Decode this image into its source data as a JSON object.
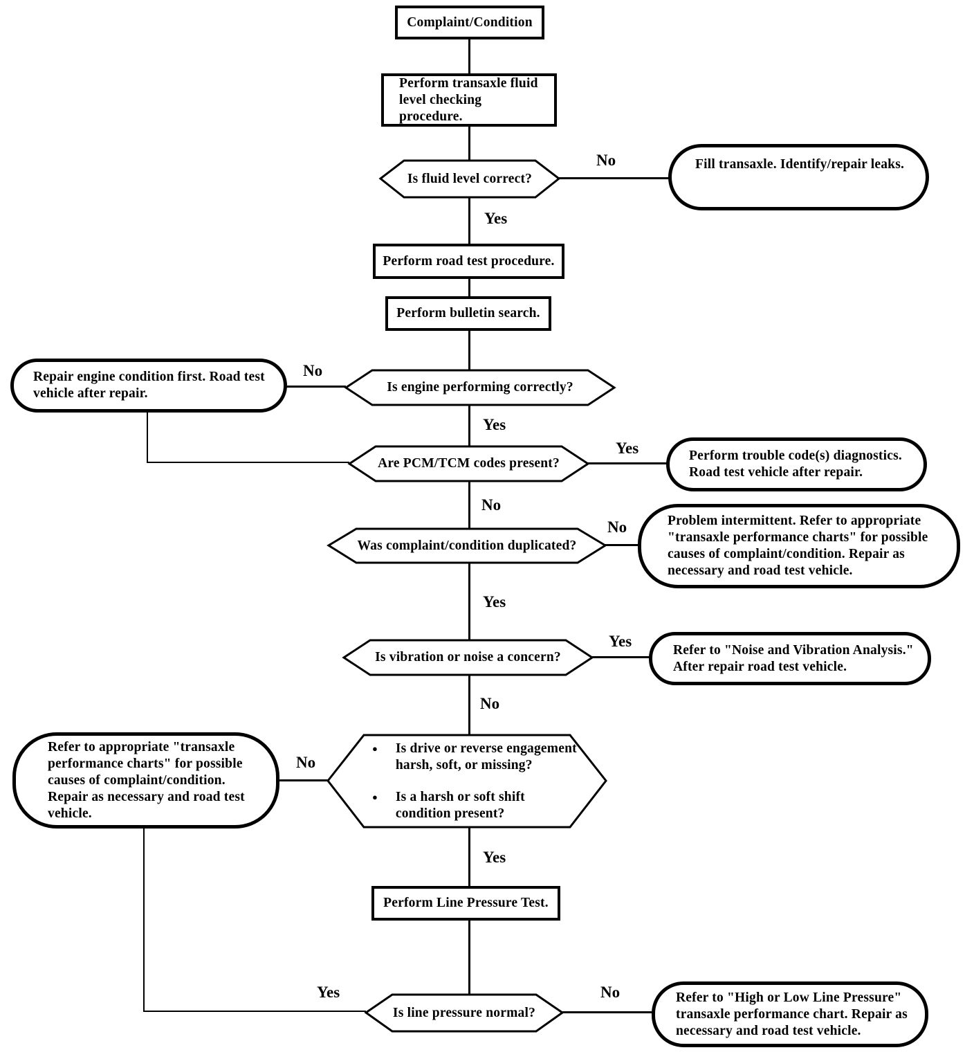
{
  "colors": {
    "ink": "#000000",
    "paper": "#ffffff"
  },
  "edge_labels": {
    "yes": "Yes",
    "no": "No"
  },
  "nodes": {
    "complaint": {
      "type": "process",
      "label": "Complaint/Condition"
    },
    "fluid_check": {
      "type": "process",
      "label": "Perform transaxle fluid level checking procedure."
    },
    "fluid_ok": {
      "type": "decision",
      "label": "Is fluid level correct?"
    },
    "fill_transaxle": {
      "type": "terminal",
      "label": "Fill transaxle. Identify/repair leaks."
    },
    "road_test": {
      "type": "process",
      "label": "Perform road test procedure."
    },
    "bulletin": {
      "type": "process",
      "label": "Perform bulletin search."
    },
    "engine_ok": {
      "type": "decision",
      "label": "Is engine performing correctly?"
    },
    "repair_engine": {
      "type": "terminal",
      "label": "Repair engine condition first. Road test vehicle after repair."
    },
    "codes_present": {
      "type": "decision",
      "label": "Are PCM/TCM codes present?"
    },
    "trouble_codes": {
      "type": "terminal",
      "label": "Perform trouble code(s) diagnostics. Road test vehicle after repair."
    },
    "duplicated": {
      "type": "decision",
      "label": "Was complaint/condition duplicated?"
    },
    "intermittent": {
      "type": "terminal",
      "label": "Problem intermittent. Refer to appropriate \"transaxle performance charts\" for possible causes of complaint/condition. Repair as necessary and road test vehicle."
    },
    "vibration": {
      "type": "decision",
      "label": "Is vibration or noise a concern?"
    },
    "noise_analysis": {
      "type": "terminal",
      "label": "Refer to \"Noise and Vibration Analysis.\" After repair road test vehicle."
    },
    "engagement": {
      "type": "decision",
      "bullets": [
        "Is drive or reverse engagement harsh, soft, or missing?",
        "Is a harsh or soft shift condition present?"
      ]
    },
    "perf_charts": {
      "type": "terminal",
      "label": "Refer to appropriate \"transaxle performance charts\" for possible causes of complaint/condition. Repair as necessary and road test vehicle."
    },
    "line_pressure_test": {
      "type": "process",
      "label": "Perform Line Pressure Test."
    },
    "pressure_normal": {
      "type": "decision",
      "label": "Is line pressure normal?"
    },
    "high_low_pressure": {
      "type": "terminal",
      "label": "Refer to \"High or Low Line Pressure\" transaxle performance chart. Repair as necessary and road test vehicle."
    }
  }
}
